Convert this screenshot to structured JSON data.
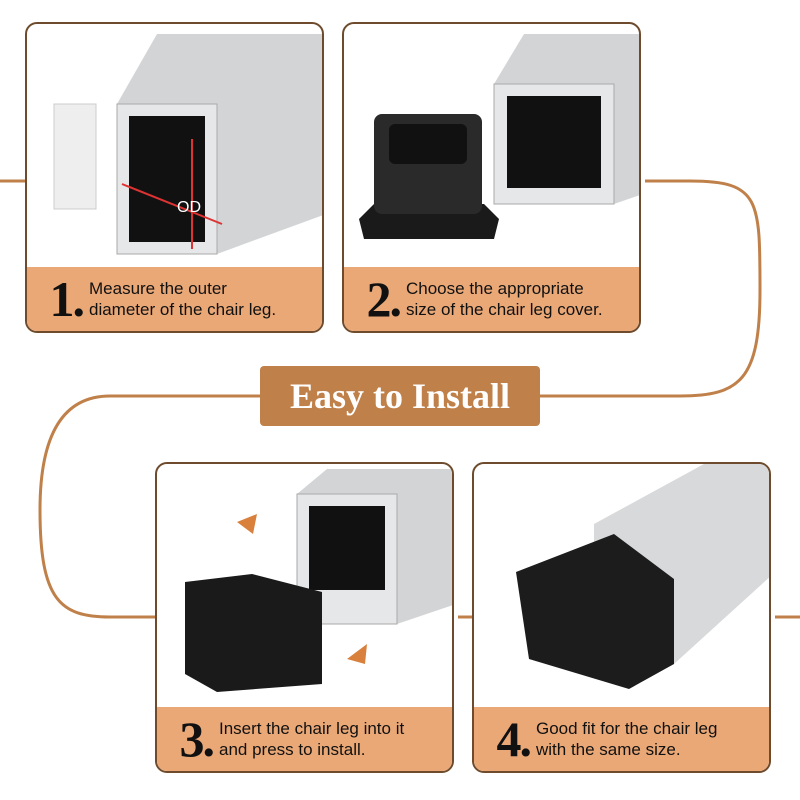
{
  "title": "Easy to Install",
  "colors": {
    "accent": "#c0804a",
    "caption_bg": "#eaa877",
    "border": "#6e4b2c"
  },
  "steps": [
    {
      "number": "1.",
      "line1": "Measure the outer",
      "line2": "diameter of the chair leg.",
      "label": "OD"
    },
    {
      "number": "2.",
      "line1": "Choose the appropriate",
      "line2": "size of the chair leg cover."
    },
    {
      "number": "3.",
      "line1": "Insert the chair leg into it",
      "line2": "and press to install."
    },
    {
      "number": "4.",
      "line1": "Good fit for the chair leg",
      "line2": "with the same size."
    }
  ]
}
